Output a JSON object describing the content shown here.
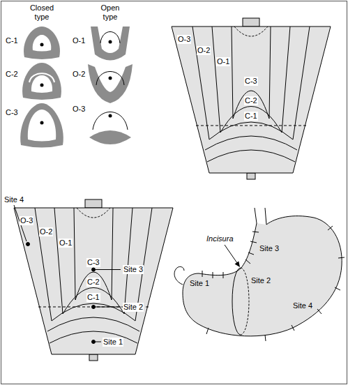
{
  "diagram": {
    "labels": [
      "Closed type",
      "Open type",
      "C-1",
      "O-1",
      "C-2",
      "O-2",
      "C-3",
      "O-3",
      "O-3",
      "O-2",
      "O-1",
      "C-3",
      "C-2",
      "C-1",
      "Site 4",
      "O-3",
      "O-2",
      "O-1",
      "C-3",
      "Site 3",
      "C-2",
      "Site 2",
      "C-1",
      "Site 1",
      "Incisura",
      "Site 1",
      "Site 2",
      "Site 3",
      "Site 4"
    ]
  }
}
